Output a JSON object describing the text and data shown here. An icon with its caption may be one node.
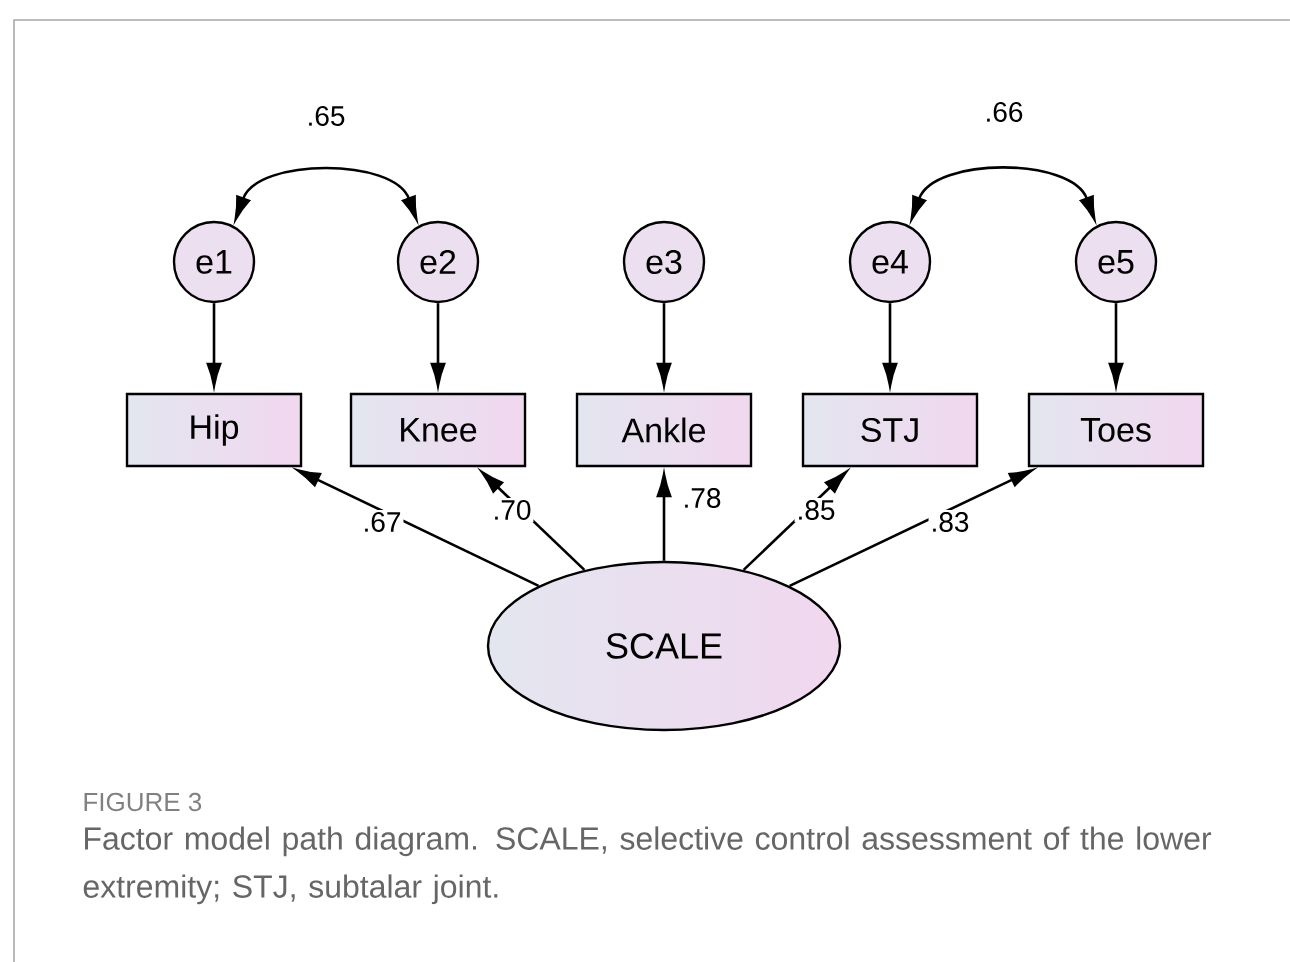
{
  "diagram": {
    "caption": "Factor model path diagram. SCALE, selective control assessment of the lower extremity; STJ, subtalar joint.",
    "nodes": [
      {
        "text": [
          "e1"
        ]
      },
      {
        "text": [
          "e2"
        ]
      },
      {
        "text": [
          "e3"
        ]
      },
      {
        "text": [
          "e4"
        ]
      },
      {
        "text": [
          "e5"
        ]
      },
      {
        "text": [
          "Hip"
        ]
      },
      {
        "text": [
          "Knee"
        ]
      },
      {
        "text": [
          "Ankle"
        ]
      },
      {
        "text": [
          "STJ"
        ]
      },
      {
        "text": [
          "Toes"
        ]
      },
      {
        "text": [
          "SCALE"
        ]
      }
    ],
    "edges": [
      {
        "from": 0,
        "to": 1,
        "arrow": "both",
        "label": ".65"
      },
      {
        "from": 3,
        "to": 4,
        "arrow": "both",
        "label": ".66"
      },
      {
        "from": 0,
        "to": 5,
        "arrow": "to"
      },
      {
        "from": 1,
        "to": 6,
        "arrow": "to"
      },
      {
        "from": 2,
        "to": 7,
        "arrow": "to"
      },
      {
        "from": 3,
        "to": 8,
        "arrow": "to"
      },
      {
        "from": 4,
        "to": 9,
        "arrow": "to"
      },
      {
        "from": 10,
        "to": 5,
        "arrow": "to",
        "label": ".67"
      },
      {
        "from": 10,
        "to": 6,
        "arrow": "to",
        "label": ".70"
      },
      {
        "from": 10,
        "to": 7,
        "arrow": "to",
        "label": ".78"
      },
      {
        "from": 10,
        "to": 8,
        "arrow": "to",
        "label": ".85"
      },
      {
        "from": 10,
        "to": 9,
        "arrow": "to",
        "label": ".83"
      }
    ],
    "labels": [
      "FIGURE 3"
    ]
  }
}
